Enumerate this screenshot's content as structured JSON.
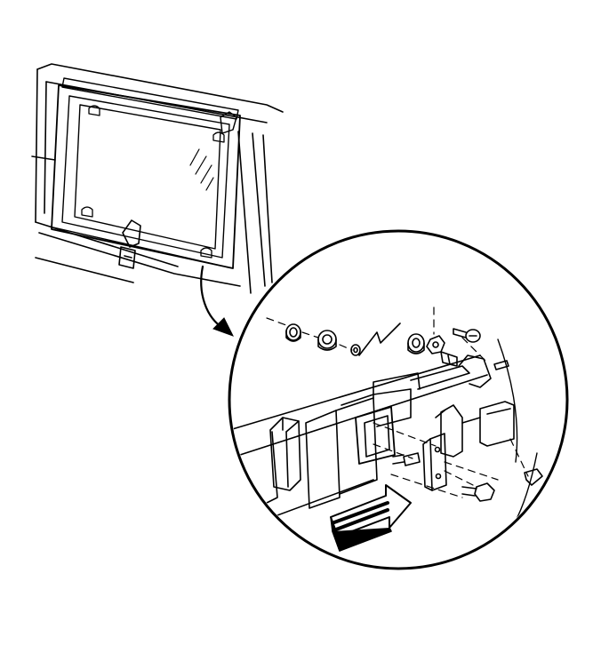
{
  "figure": {
    "kind": "exploded-view line illustration",
    "colors": {
      "ink": "#000000",
      "paper": "#ffffff",
      "shade": "#bfbfbf"
    }
  },
  "parts": {
    "van_body": {
      "icon": "van-side-panel-icon"
    },
    "window": {
      "icon": "sliding-window-icon",
      "latch_icon": "window-latch-icon"
    },
    "callout_arrow": {
      "icon": "curved-arrow-icon"
    },
    "detail": {
      "icon": "magnified-detail-circle",
      "direction_arrow_icon": "block-arrow-icon",
      "fasteners": [
        "grommet",
        "grommet",
        "washer",
        "grommet",
        "nut",
        "screw",
        "screw",
        "pin",
        "screw",
        "bolt"
      ]
    }
  }
}
